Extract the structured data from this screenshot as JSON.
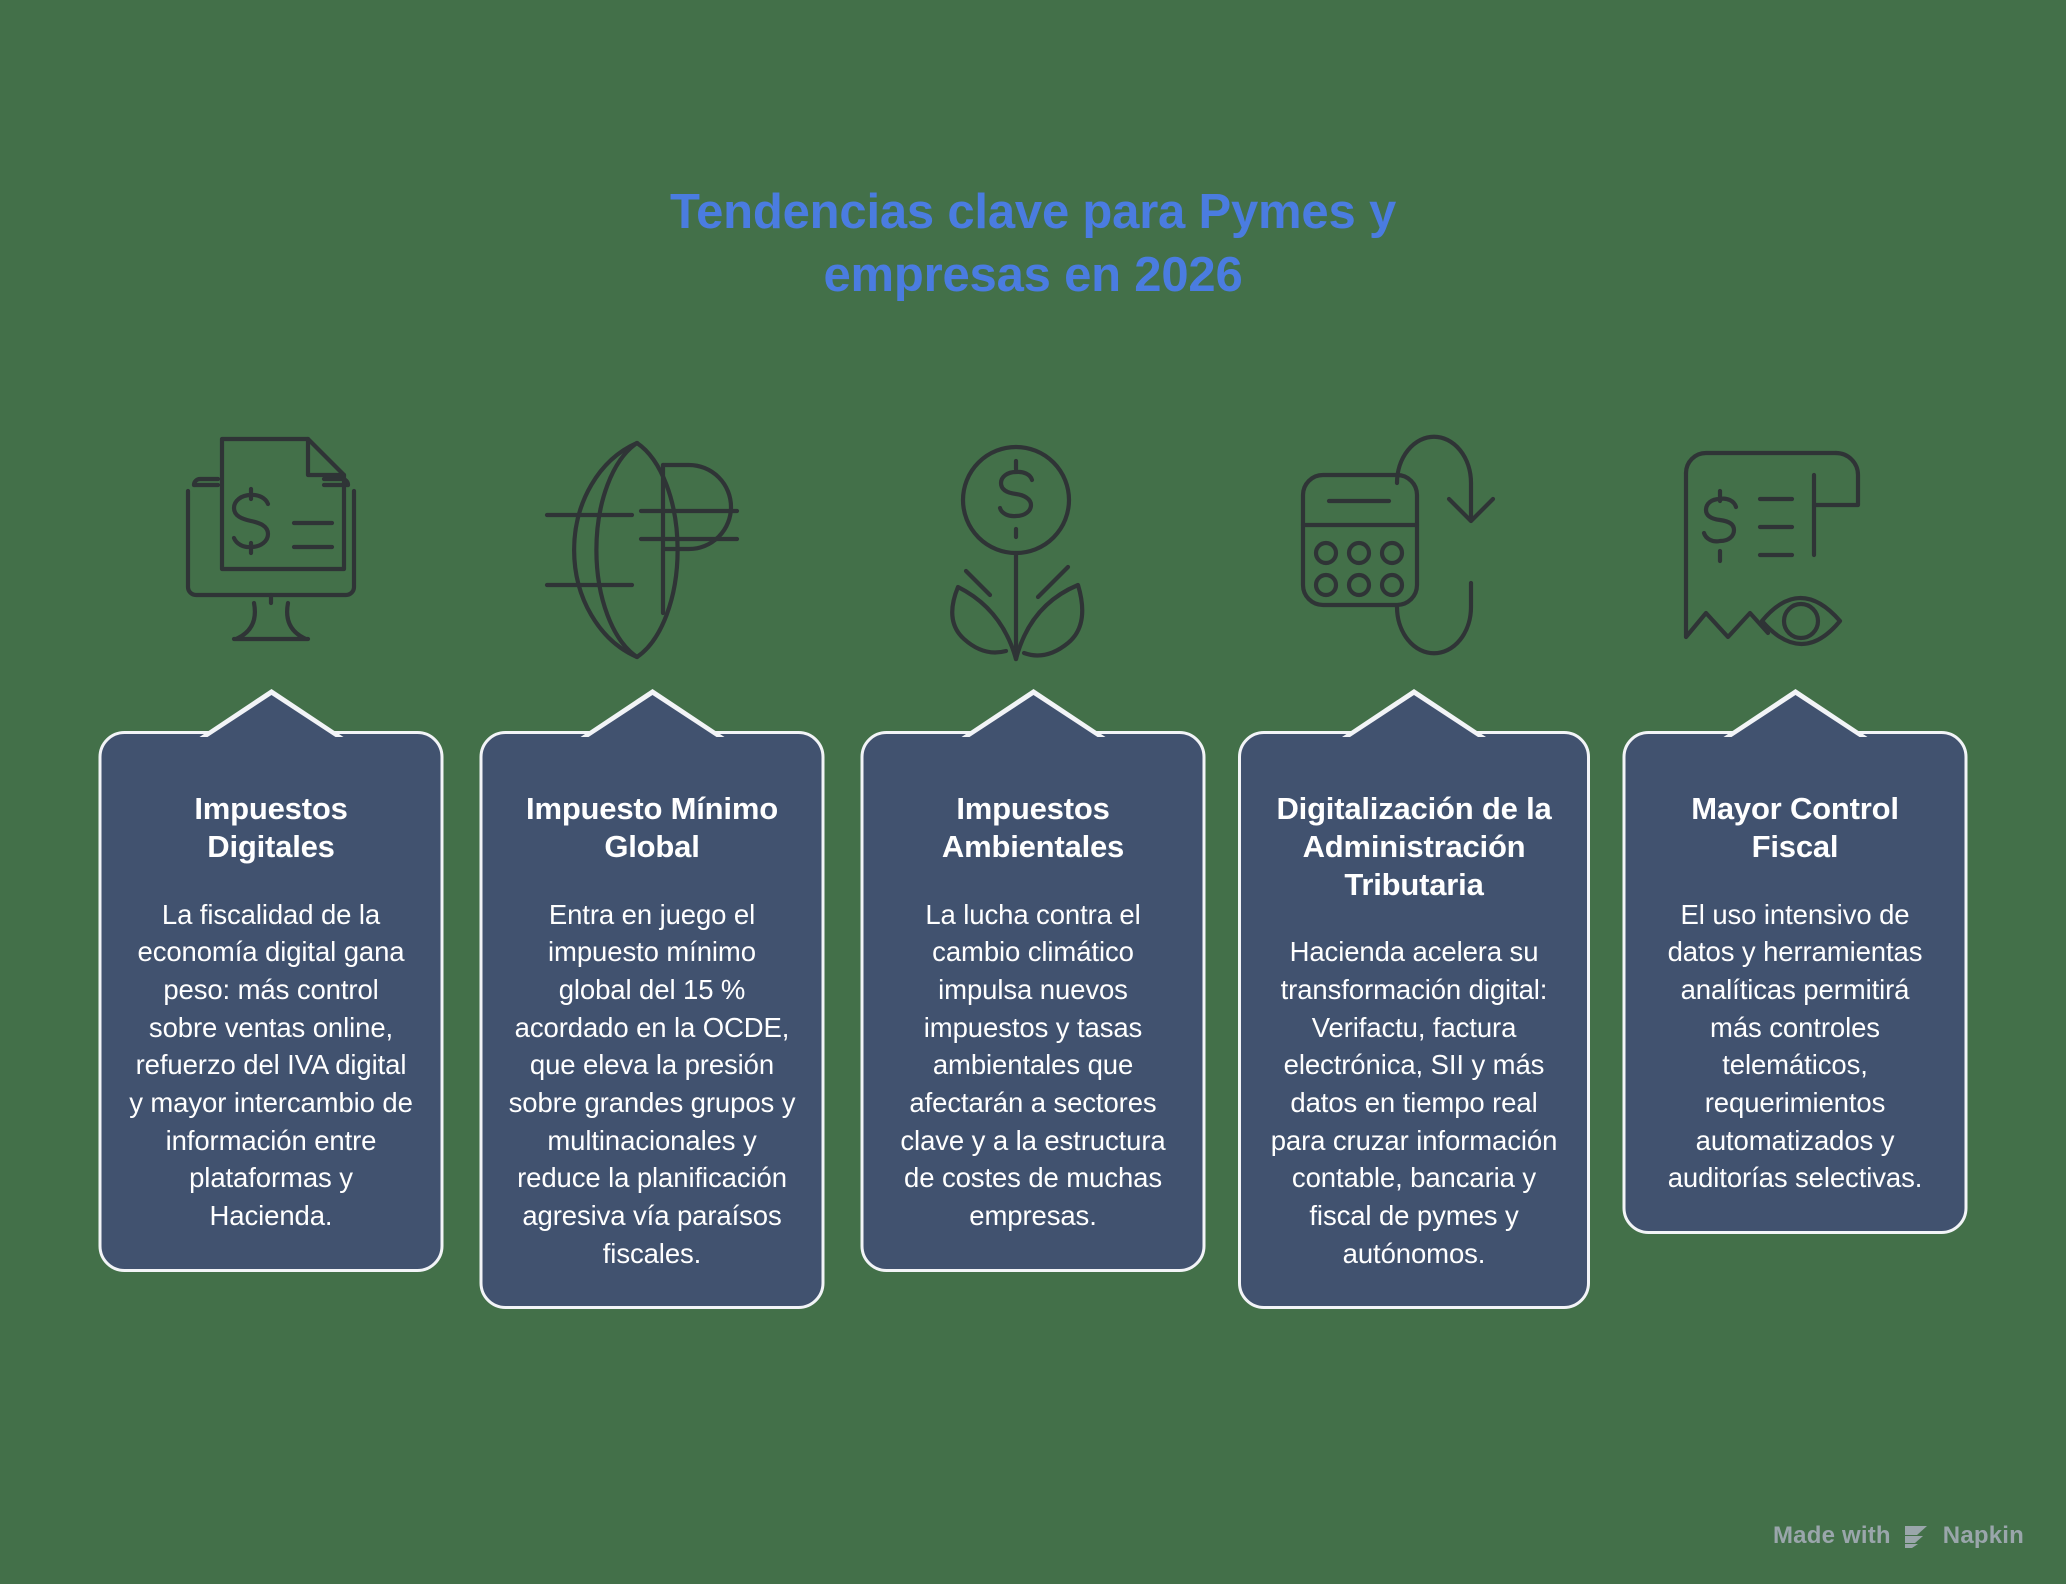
{
  "page": {
    "title": "Tendencias clave para Pymes y\nempresas en 2026",
    "background_color": "#437049",
    "title_color": "#4a7ce0",
    "card_color": "#41526f",
    "card_border_color": "#f2f4f7",
    "icon_color": "#2f3436"
  },
  "cards": [
    {
      "icon_name": "monitor-invoice-icon",
      "title": "Impuestos Digitales",
      "body": "La fiscalidad de la economía digital gana peso: más control sobre ventas online, refuerzo del IVA digital y mayor intercambio de información entre plataformas y Hacienda."
    },
    {
      "icon_name": "globe-currency-icon",
      "title": "Impuesto Mínimo Global",
      "body": "Entra en juego el impuesto mínimo global del 15 % acordado en la OCDE, que eleva la presión sobre grandes grupos y multinacionales y reduce la planificación agresiva vía paraísos fiscales."
    },
    {
      "icon_name": "money-plant-icon",
      "title": "Impuestos Ambientales",
      "body": "La lucha contra el cambio climático impulsa nuevos impuestos y tasas ambientales que afectarán a sectores clave y a la estructura de costes de muchas empresas."
    },
    {
      "icon_name": "calculator-refresh-icon",
      "title": "Digitalización de la Administración Tributaria",
      "body": "Hacienda acelera su transformación digital: Verifactu, factura electrónica, SII y más datos en tiempo real para cruzar información contable, bancaria y fiscal de pymes y autónomos."
    },
    {
      "icon_name": "receipt-eye-icon",
      "title": "Mayor Control Fiscal",
      "body": "El uso intensivo de datos y herramientas analíticas permitirá más controles telemáticos, requerimientos automatizados y auditorías selectivas."
    }
  ],
  "watermark": {
    "text": "Made with",
    "brand": "Napkin",
    "logo_name": "napkin-logo-icon"
  }
}
